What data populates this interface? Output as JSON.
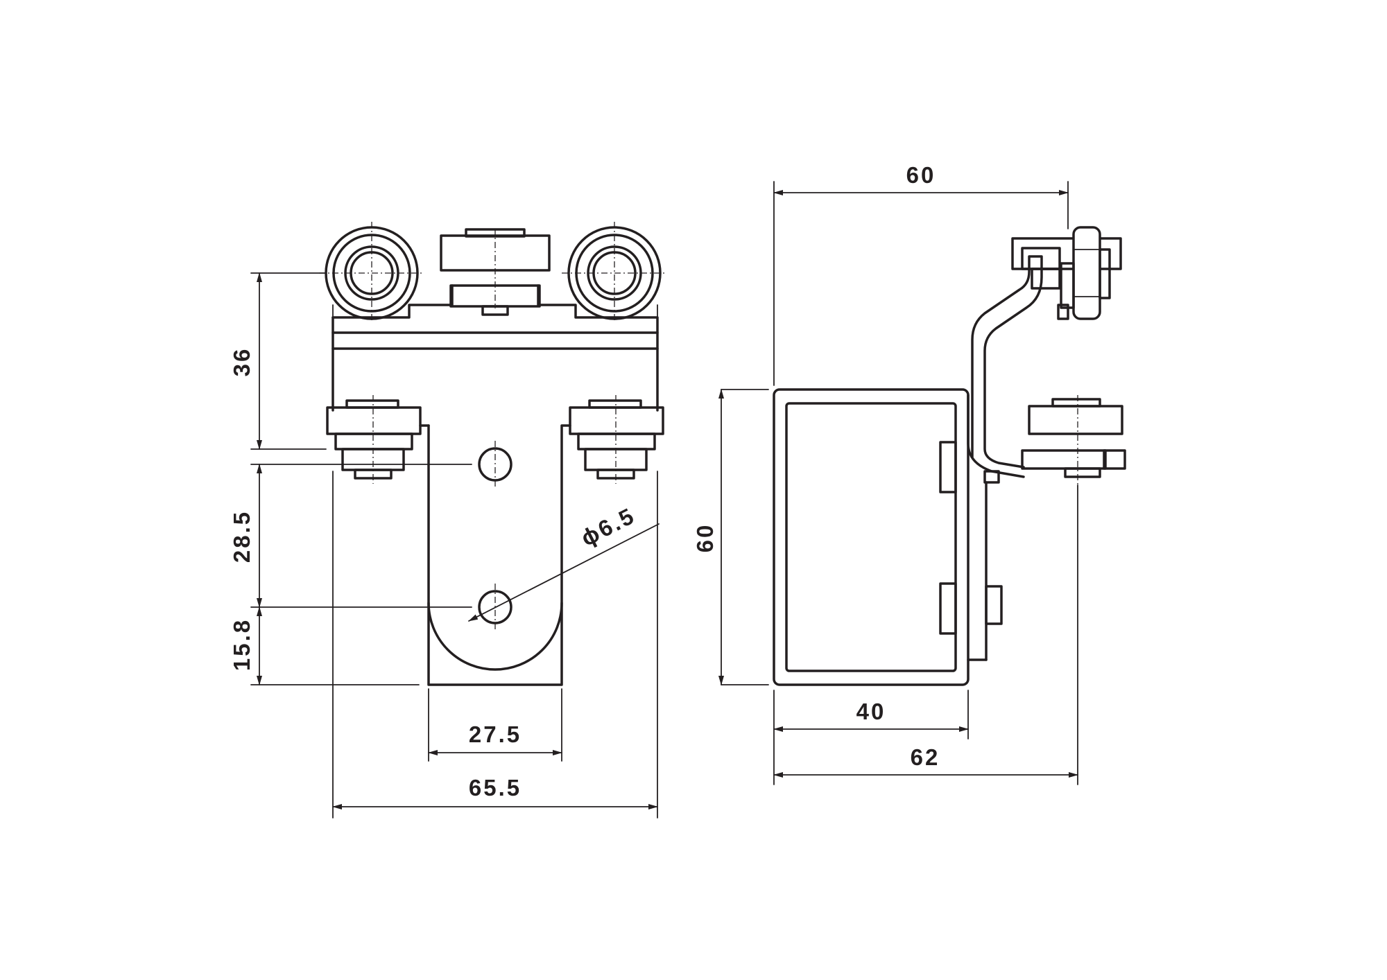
{
  "colors": {
    "line": "#231f20",
    "background": "#ffffff"
  },
  "front_view": {
    "dim_wheel_to_hole": "36",
    "dim_hole_spacing": "28.5",
    "dim_hole_to_bottom": "15.8",
    "dim_hole_diameter": "ϕ6.5",
    "dim_bracket_width": "27.5",
    "dim_overall_width": "65.5"
  },
  "side_view": {
    "dim_top_width": "60",
    "dim_height": "60",
    "dim_profile_width": "40",
    "dim_overall_width": "62"
  }
}
